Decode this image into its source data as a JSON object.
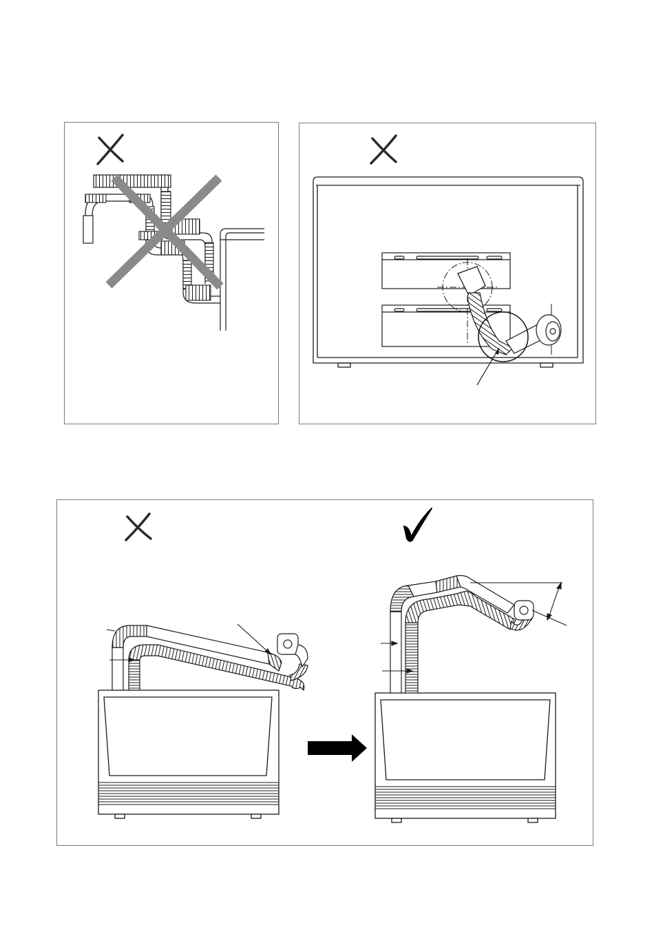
{
  "diagram": {
    "panels": [
      {
        "id": "tangled-hoses",
        "verdict": "incorrect",
        "mark_icon": "x-mark-icon"
      },
      {
        "id": "hose-kinked-behind-unit",
        "verdict": "incorrect",
        "mark_icon": "x-mark-icon"
      },
      {
        "id": "hose-routing-comparison",
        "left_verdict": "incorrect",
        "right_verdict": "correct",
        "mark_icons": [
          "x-mark-icon",
          "check-mark-icon"
        ],
        "transition_icon": "arrow-right-icon"
      }
    ],
    "colors": {
      "line": "#1a1a1a",
      "prohibition_cross": "#8a8a8a",
      "frame": "#7a7a7a",
      "arrow_fill": "#000000"
    }
  }
}
